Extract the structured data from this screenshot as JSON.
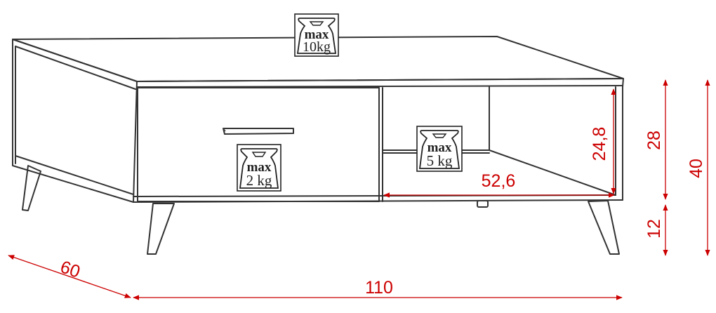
{
  "colors": {
    "outline": "#333333",
    "dimension": "#cc0000",
    "weight_icon_fill": "#ffffff"
  },
  "dimensions": {
    "width": "110",
    "depth": "60",
    "height_total": "40",
    "height_body": "28",
    "height_legs": "12",
    "shelf_width": "52,6",
    "shelf_height": "24,8"
  },
  "weight_limits": {
    "top": {
      "line1": "max",
      "line2": "10kg"
    },
    "drawer": {
      "line1": "max",
      "line2": "2 kg"
    },
    "shelf": {
      "line1": "max",
      "line2": "5 kg"
    }
  },
  "icons": {
    "weight": "weight-icon",
    "arrowhead": "arrow-icon"
  }
}
